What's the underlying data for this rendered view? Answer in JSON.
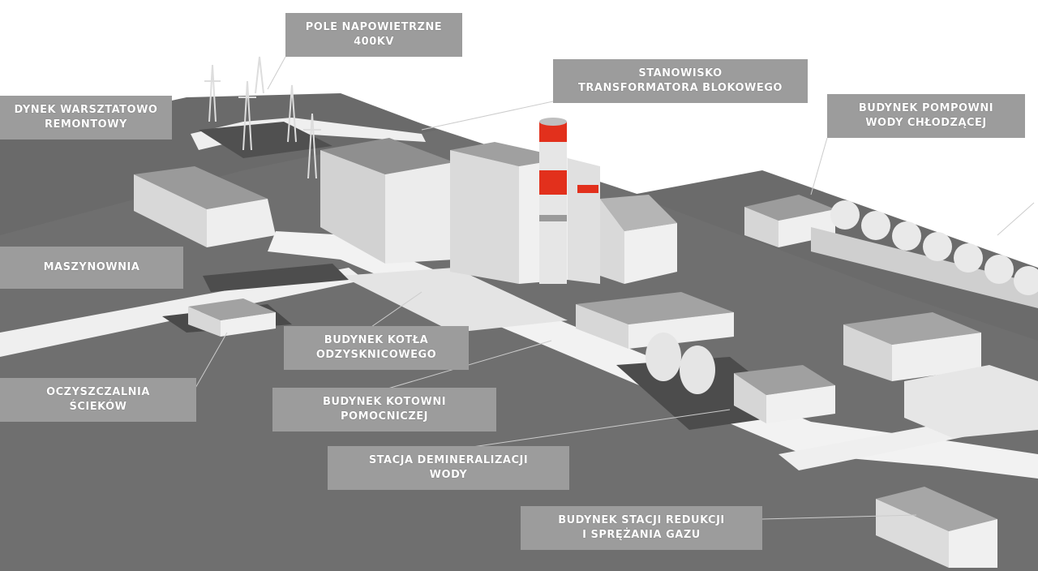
{
  "accent_color": "#e2301c",
  "labels": {
    "pole": {
      "line1": "POLE NAPOWIETRZNE",
      "line2": "400KV"
    },
    "stanowisko": {
      "line1": "STANOWISKO",
      "line2": "TRANSFORMATORA BLOKOWEGO"
    },
    "warsztat": {
      "line1": "DYNEK WARSZTATOWO",
      "line2": "REMONTOWY"
    },
    "pompownia": {
      "line1": "BUDYNEK POMPOWNI",
      "line2": "WODY CHŁODZĄCEJ"
    },
    "maszynownia": {
      "line1": "MASZYNOWNIA"
    },
    "kotla": {
      "line1": "BUDYNEK KOTŁA",
      "line2": "ODZYSKNICOWEGO"
    },
    "oczyszczalnia": {
      "line1": "OCZYSZCZALNIA",
      "line2": "ŚCIEKÓW"
    },
    "kotowni": {
      "line1": "BUDYNEK KOTOWNI",
      "line2": "POMOCNICZEJ"
    },
    "stacja": {
      "line1": "STACJA DEMINERALIZACJI",
      "line2": "WODY"
    },
    "redukcji": {
      "line1": "BUDYNEK STACJI REDUKCJI",
      "line2": "I SPRĘŻANIA GAZU"
    }
  }
}
